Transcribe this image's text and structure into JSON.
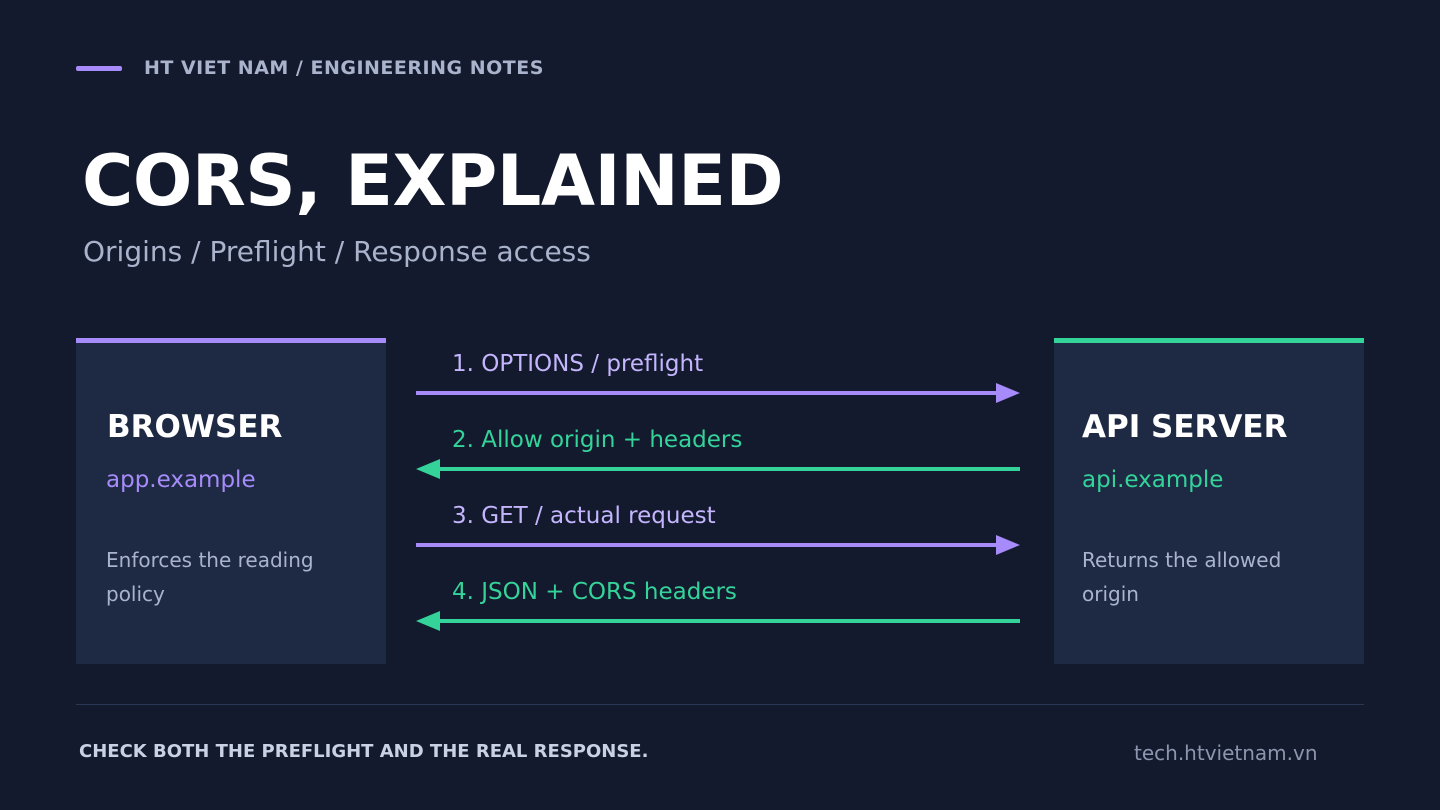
{
  "header": {
    "brand": "HT VIET NAM / ENGINEERING NOTES"
  },
  "title": "CORS, EXPLAINED",
  "subtitle": "Origins / Preflight / Response access",
  "browser": {
    "name": "BROWSER",
    "host": "app.example",
    "description": "Enforces the reading policy"
  },
  "server": {
    "name": "API SERVER",
    "host": "api.example",
    "description": "Returns the allowed origin"
  },
  "flows": [
    {
      "label": "1. OPTIONS / preflight",
      "direction": "to-server",
      "color": "#a78bfa"
    },
    {
      "label": "2. Allow origin + headers",
      "direction": "to-browser",
      "color": "#34d399"
    },
    {
      "label": "3. GET / actual request",
      "direction": "to-server",
      "color": "#a78bfa"
    },
    {
      "label": "4. JSON + CORS headers",
      "direction": "to-browser",
      "color": "#34d399"
    }
  ],
  "footer": {
    "note": "CHECK BOTH THE PREFLIGHT AND THE REAL RESPONSE.",
    "url": "tech.htvietnam.vn"
  },
  "colors": {
    "background": "#131a2e",
    "card": "#1e2a44",
    "accent_purple": "#a78bfa",
    "accent_green": "#34d399"
  }
}
